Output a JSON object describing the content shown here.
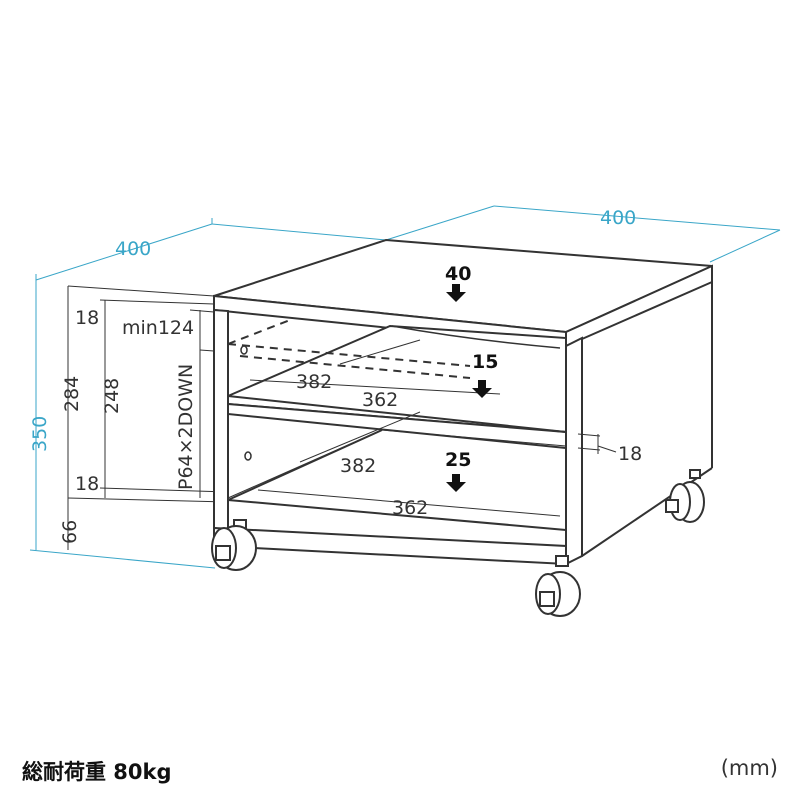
{
  "dimensions": {
    "width_left": "400",
    "width_right": "400",
    "total_height": "350",
    "inner_height": "284",
    "shelf_span": "248",
    "top_thickness": "18",
    "bottom_thickness": "18",
    "caster_height": "66",
    "min_clearance": "min124",
    "shelf_pitch": "P64×2DOWN",
    "shelf_board_thickness": "18",
    "upper_depth": "382",
    "upper_width": "362",
    "lower_depth": "382",
    "lower_width": "362"
  },
  "loads": {
    "top": "40",
    "middle": "15",
    "bottom": "25"
  },
  "footer": {
    "total_load": "総耐荷重 80kg",
    "unit": "(mm)"
  },
  "colors": {
    "dimension_line": "#3aa6c8",
    "outline": "#333333",
    "text": "#111111"
  }
}
